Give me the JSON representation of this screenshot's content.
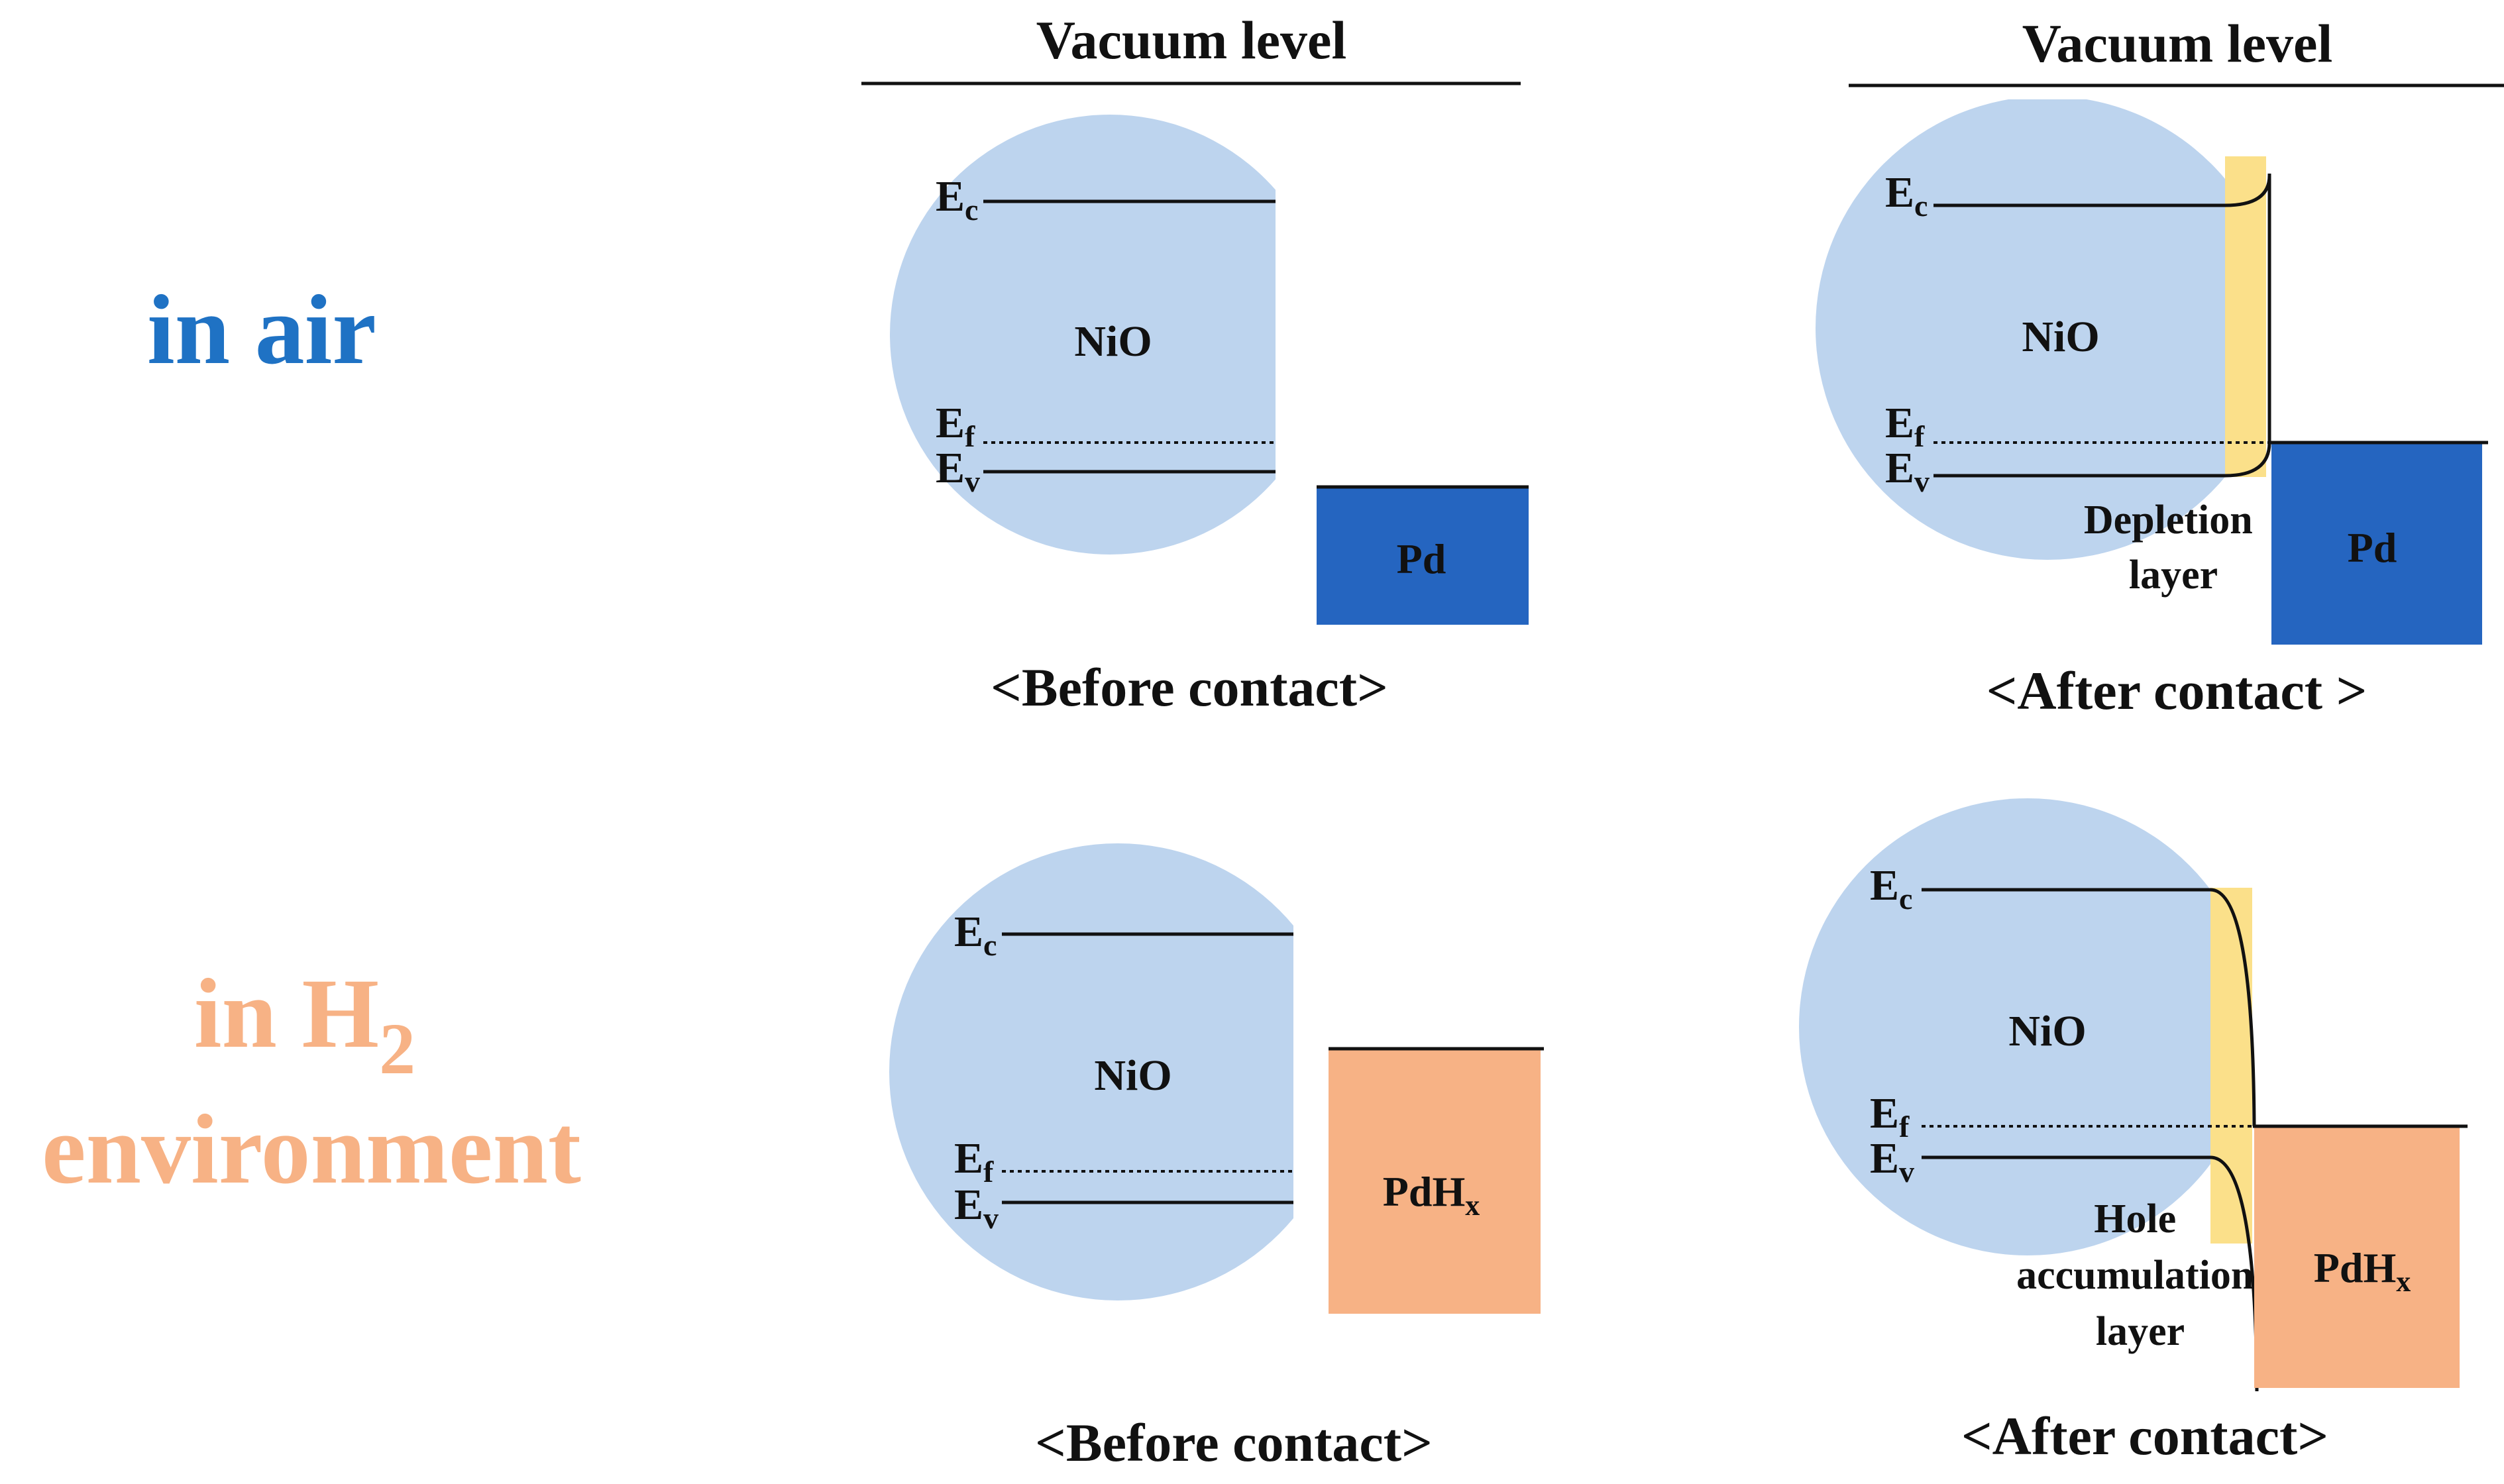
{
  "colors": {
    "air_label": "#1f72c4",
    "h2_label": "#f7b285",
    "nio_circle": "#bdd4ee",
    "pd_block": "#2565c0",
    "pdhx_block": "#f7b285",
    "junction_layer": "#fbe08a",
    "line": "#111111"
  },
  "row_labels": {
    "air": "in air",
    "h2_line1_prefix": "in H",
    "h2_line1_subscript": "2",
    "h2_line2": "environment"
  },
  "headers": {
    "vacuum_left": "Vacuum level",
    "vacuum_right": "Vacuum level"
  },
  "panels": {
    "air_before": {
      "nio": "NiO",
      "ec_main": "E",
      "ec_sub": "c",
      "ef_main": "E",
      "ef_sub": "f",
      "ev_main": "E",
      "ev_sub": "v",
      "metal": "Pd",
      "caption": "<Before contact>"
    },
    "air_after": {
      "nio": "NiO",
      "ec_main": "E",
      "ec_sub": "c",
      "ef_main": "E",
      "ef_sub": "f",
      "ev_main": "E",
      "ev_sub": "v",
      "metal": "Pd",
      "layer_line1": "Depletion",
      "layer_line2": "layer",
      "caption": "<After contact >"
    },
    "h2_before": {
      "nio": "NiO",
      "ec_main": "E",
      "ec_sub": "c",
      "ef_main": "E",
      "ef_sub": "f",
      "ev_main": "E",
      "ev_sub": "v",
      "metal_main": "PdH",
      "metal_sub": "x",
      "caption": "<Before contact>"
    },
    "h2_after": {
      "nio": "NiO",
      "ec_main": "E",
      "ec_sub": "c",
      "ef_main": "E",
      "ef_sub": "f",
      "ev_main": "E",
      "ev_sub": "v",
      "metal_main": "PdH",
      "metal_sub": "x",
      "layer_line1": "Hole",
      "layer_line2": "accumulation",
      "layer_line3": "layer",
      "caption": "<After contact>"
    }
  }
}
